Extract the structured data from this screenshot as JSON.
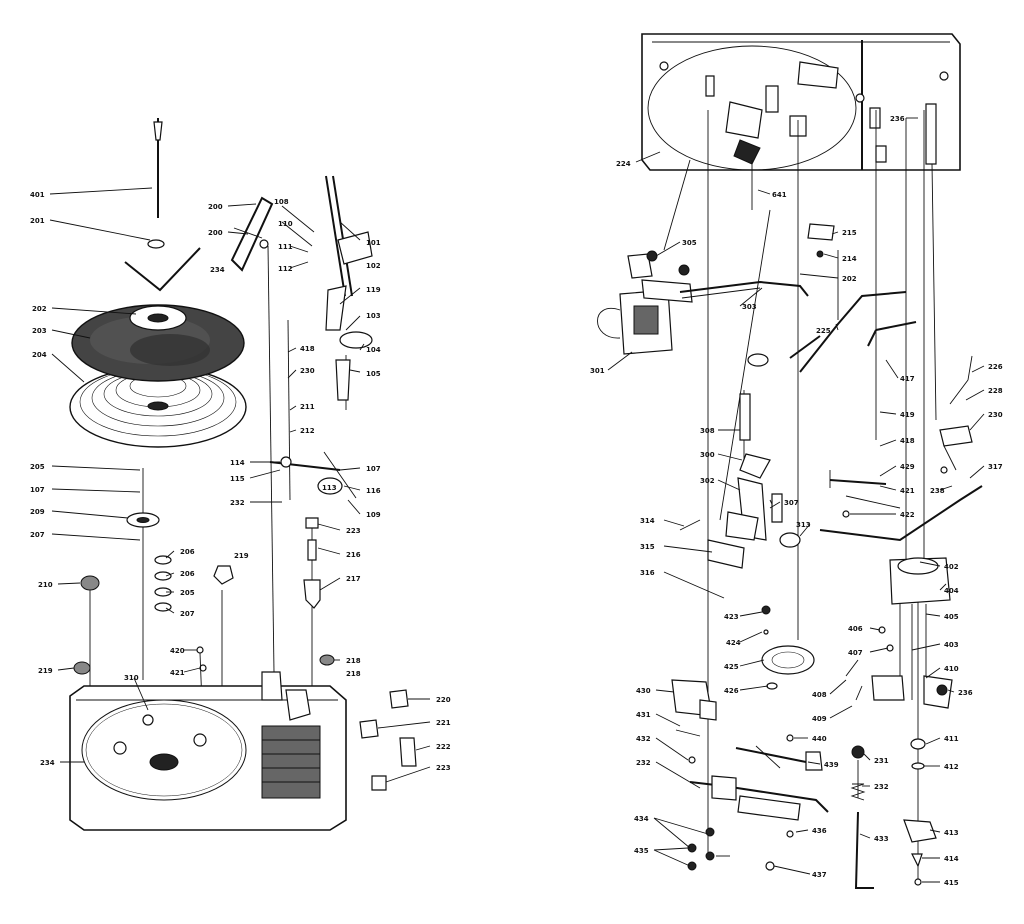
{
  "left_panel": {
    "callouts": [
      "401",
      "201",
      "200",
      "200",
      "234",
      "108",
      "110",
      "101",
      "111",
      "102",
      "112",
      "119",
      "202",
      "203",
      "204",
      "103",
      "104",
      "105",
      "418",
      "230",
      "211",
      "212",
      "114",
      "115",
      "113",
      "107",
      "116",
      "109",
      "232",
      "205",
      "107",
      "209",
      "207",
      "206",
      "206",
      "205",
      "207",
      "223",
      "219",
      "210",
      "216",
      "217",
      "218",
      "420",
      "421",
      "219",
      "310",
      "218",
      "220",
      "221",
      "222",
      "234",
      "223"
    ]
  },
  "right_panel": {
    "callouts": [
      "224",
      "236",
      "641",
      "305",
      "215",
      "214",
      "202",
      "303",
      "301",
      "225",
      "417",
      "226",
      "228",
      "419",
      "308",
      "418",
      "230",
      "300",
      "302",
      "429",
      "421",
      "422",
      "238",
      "317",
      "314",
      "307",
      "313",
      "315",
      "402",
      "404",
      "316",
      "405",
      "406",
      "423",
      "424",
      "403",
      "425",
      "407",
      "410",
      "426",
      "408",
      "236",
      "409",
      "430",
      "431",
      "411",
      "432",
      "440",
      "412",
      "231",
      "232",
      "439",
      "232",
      "433",
      "413",
      "434",
      "436",
      "414",
      "435",
      "437",
      "415"
    ]
  }
}
